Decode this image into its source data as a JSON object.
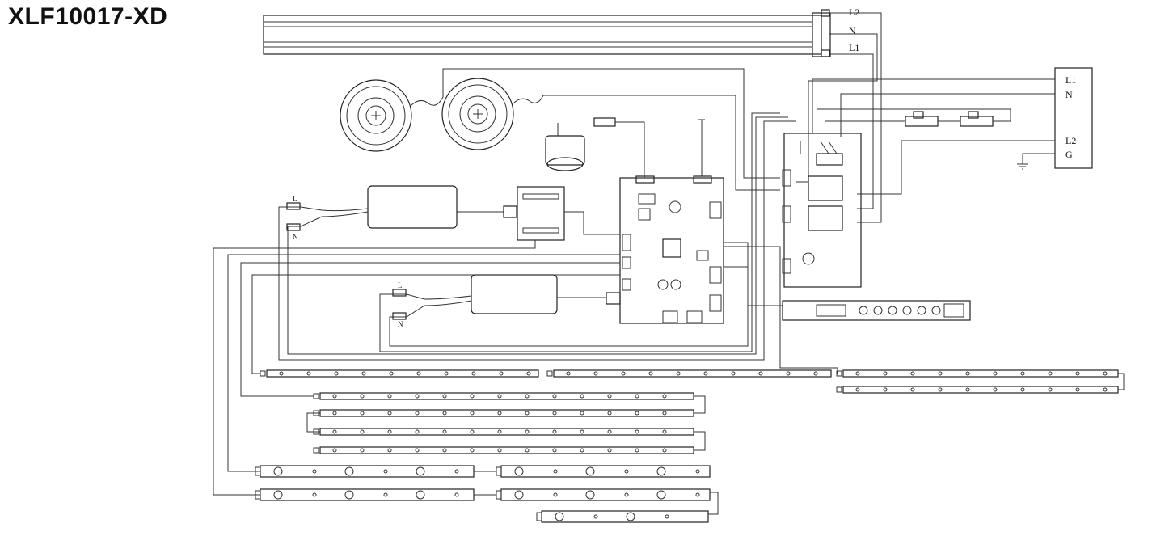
{
  "title": "XLF10017-XD",
  "terminals": {
    "rail_top": [
      "L2",
      "N",
      "L1"
    ],
    "power_block": [
      "L1",
      "N",
      "L2",
      "G"
    ]
  },
  "adapters": {
    "adapter_1": {
      "l": "L",
      "n": "N"
    },
    "adapter_2": {
      "l": "L",
      "n": "N"
    }
  }
}
